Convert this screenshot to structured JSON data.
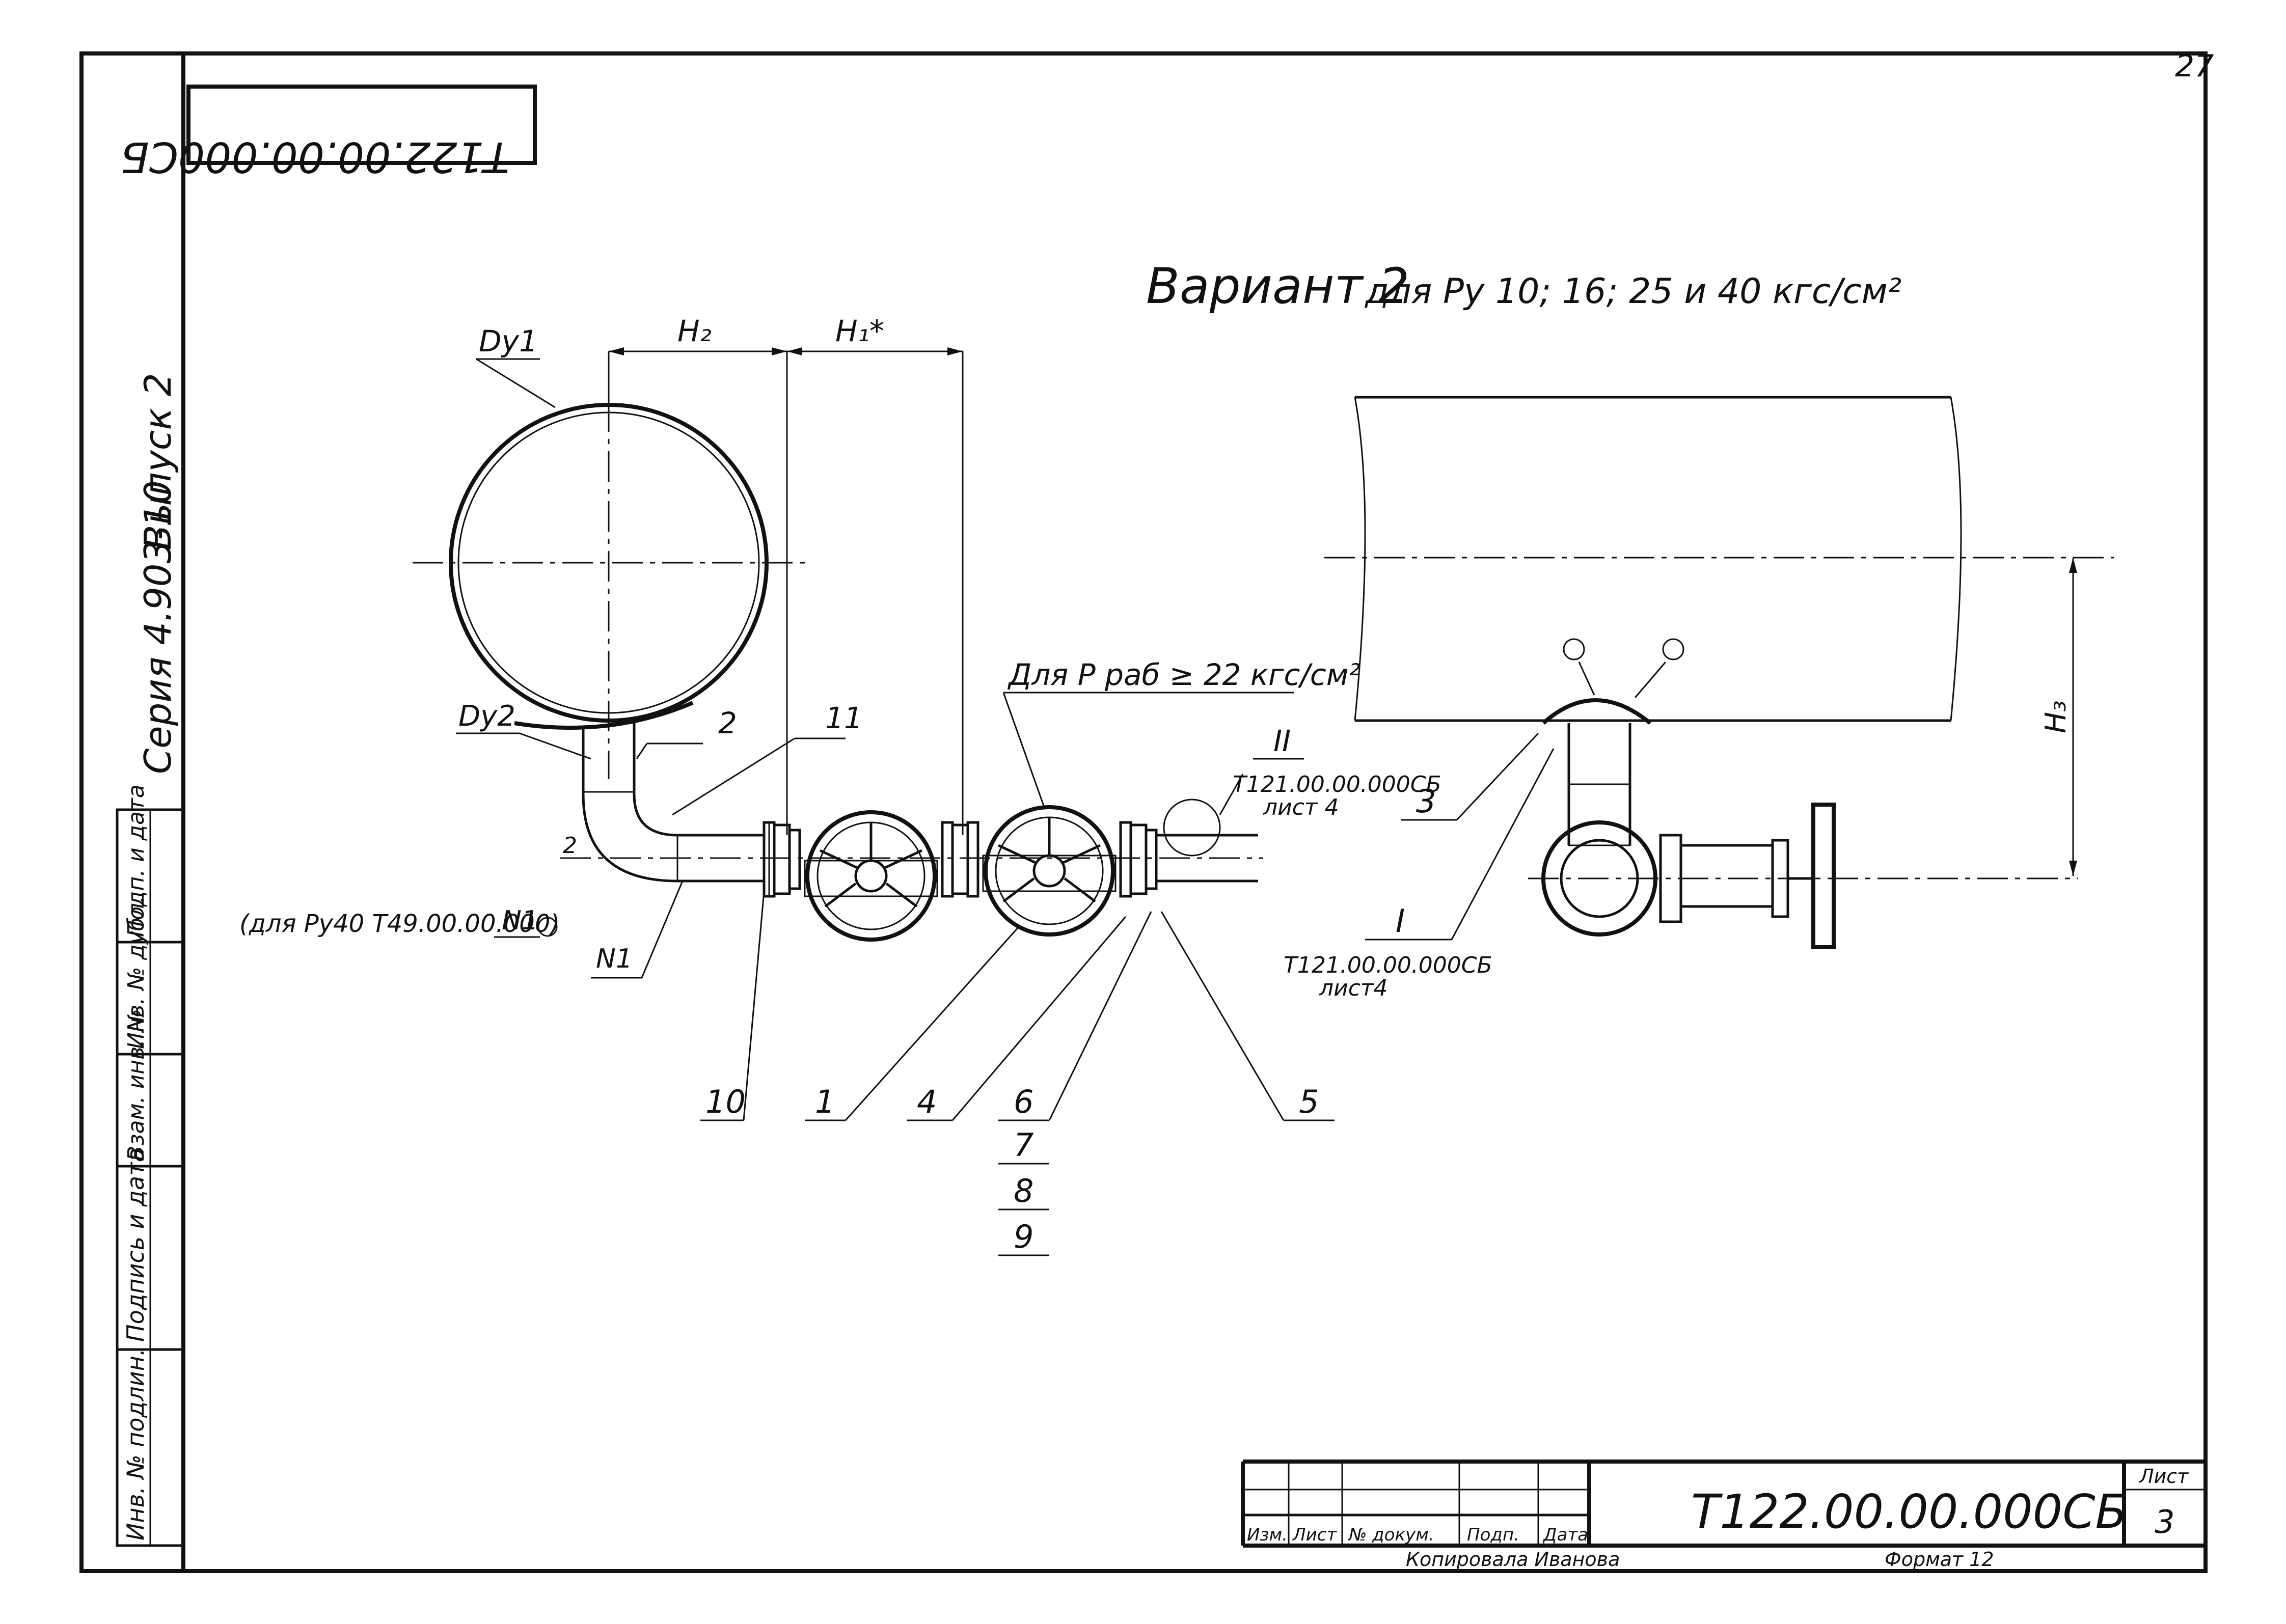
{
  "stamp": {
    "code_rotated": "Т122.00.00.000СБ",
    "sheet_corner": "27"
  },
  "left_strip": {
    "series": "Серия 4.903-10",
    "issue": "Выпуск 2",
    "cells": [
      "Инв. № подлин.",
      "Подпись и дата",
      "Взам. инв. №",
      "Инв. № дубл.",
      "Подп. и дата"
    ]
  },
  "title": {
    "main": "Вариант 2",
    "sub": "для Ру 10; 16; 25 и 40 кгс/см²"
  },
  "dims": {
    "h2": "Н₂",
    "h1": "Н₁*",
    "h3": "Н₃",
    "dy1": "Dу1",
    "dy2": "Dу2"
  },
  "notes": {
    "pressure": "Для Р раб ≥ 22 кгс/см²",
    "ru40": "(для Ру40 Т49.00.00.000)",
    "n1_a": "N1",
    "n1_b": "N1",
    "ref2_roman": "II",
    "ref2_code": "Т121.00.00.000СБ",
    "ref2_sheet": "лист 4",
    "ref1_roman": "I",
    "ref1_code": "Т121.00.00.000СБ",
    "ref1_sheet": "лист4",
    "weld": "2"
  },
  "callouts": [
    "1",
    "2",
    "3",
    "4",
    "5",
    "6",
    "7",
    "8",
    "9",
    "10",
    "11"
  ],
  "title_block": {
    "headers": [
      "Изм.",
      "Лист",
      "№ докум.",
      "Подп.",
      "Дата"
    ],
    "code": "Т122.00.00.000СБ",
    "sheet_label": "Лист",
    "sheet_no": "3",
    "copied": "Копировала Иванова",
    "format": "Формат 12"
  }
}
